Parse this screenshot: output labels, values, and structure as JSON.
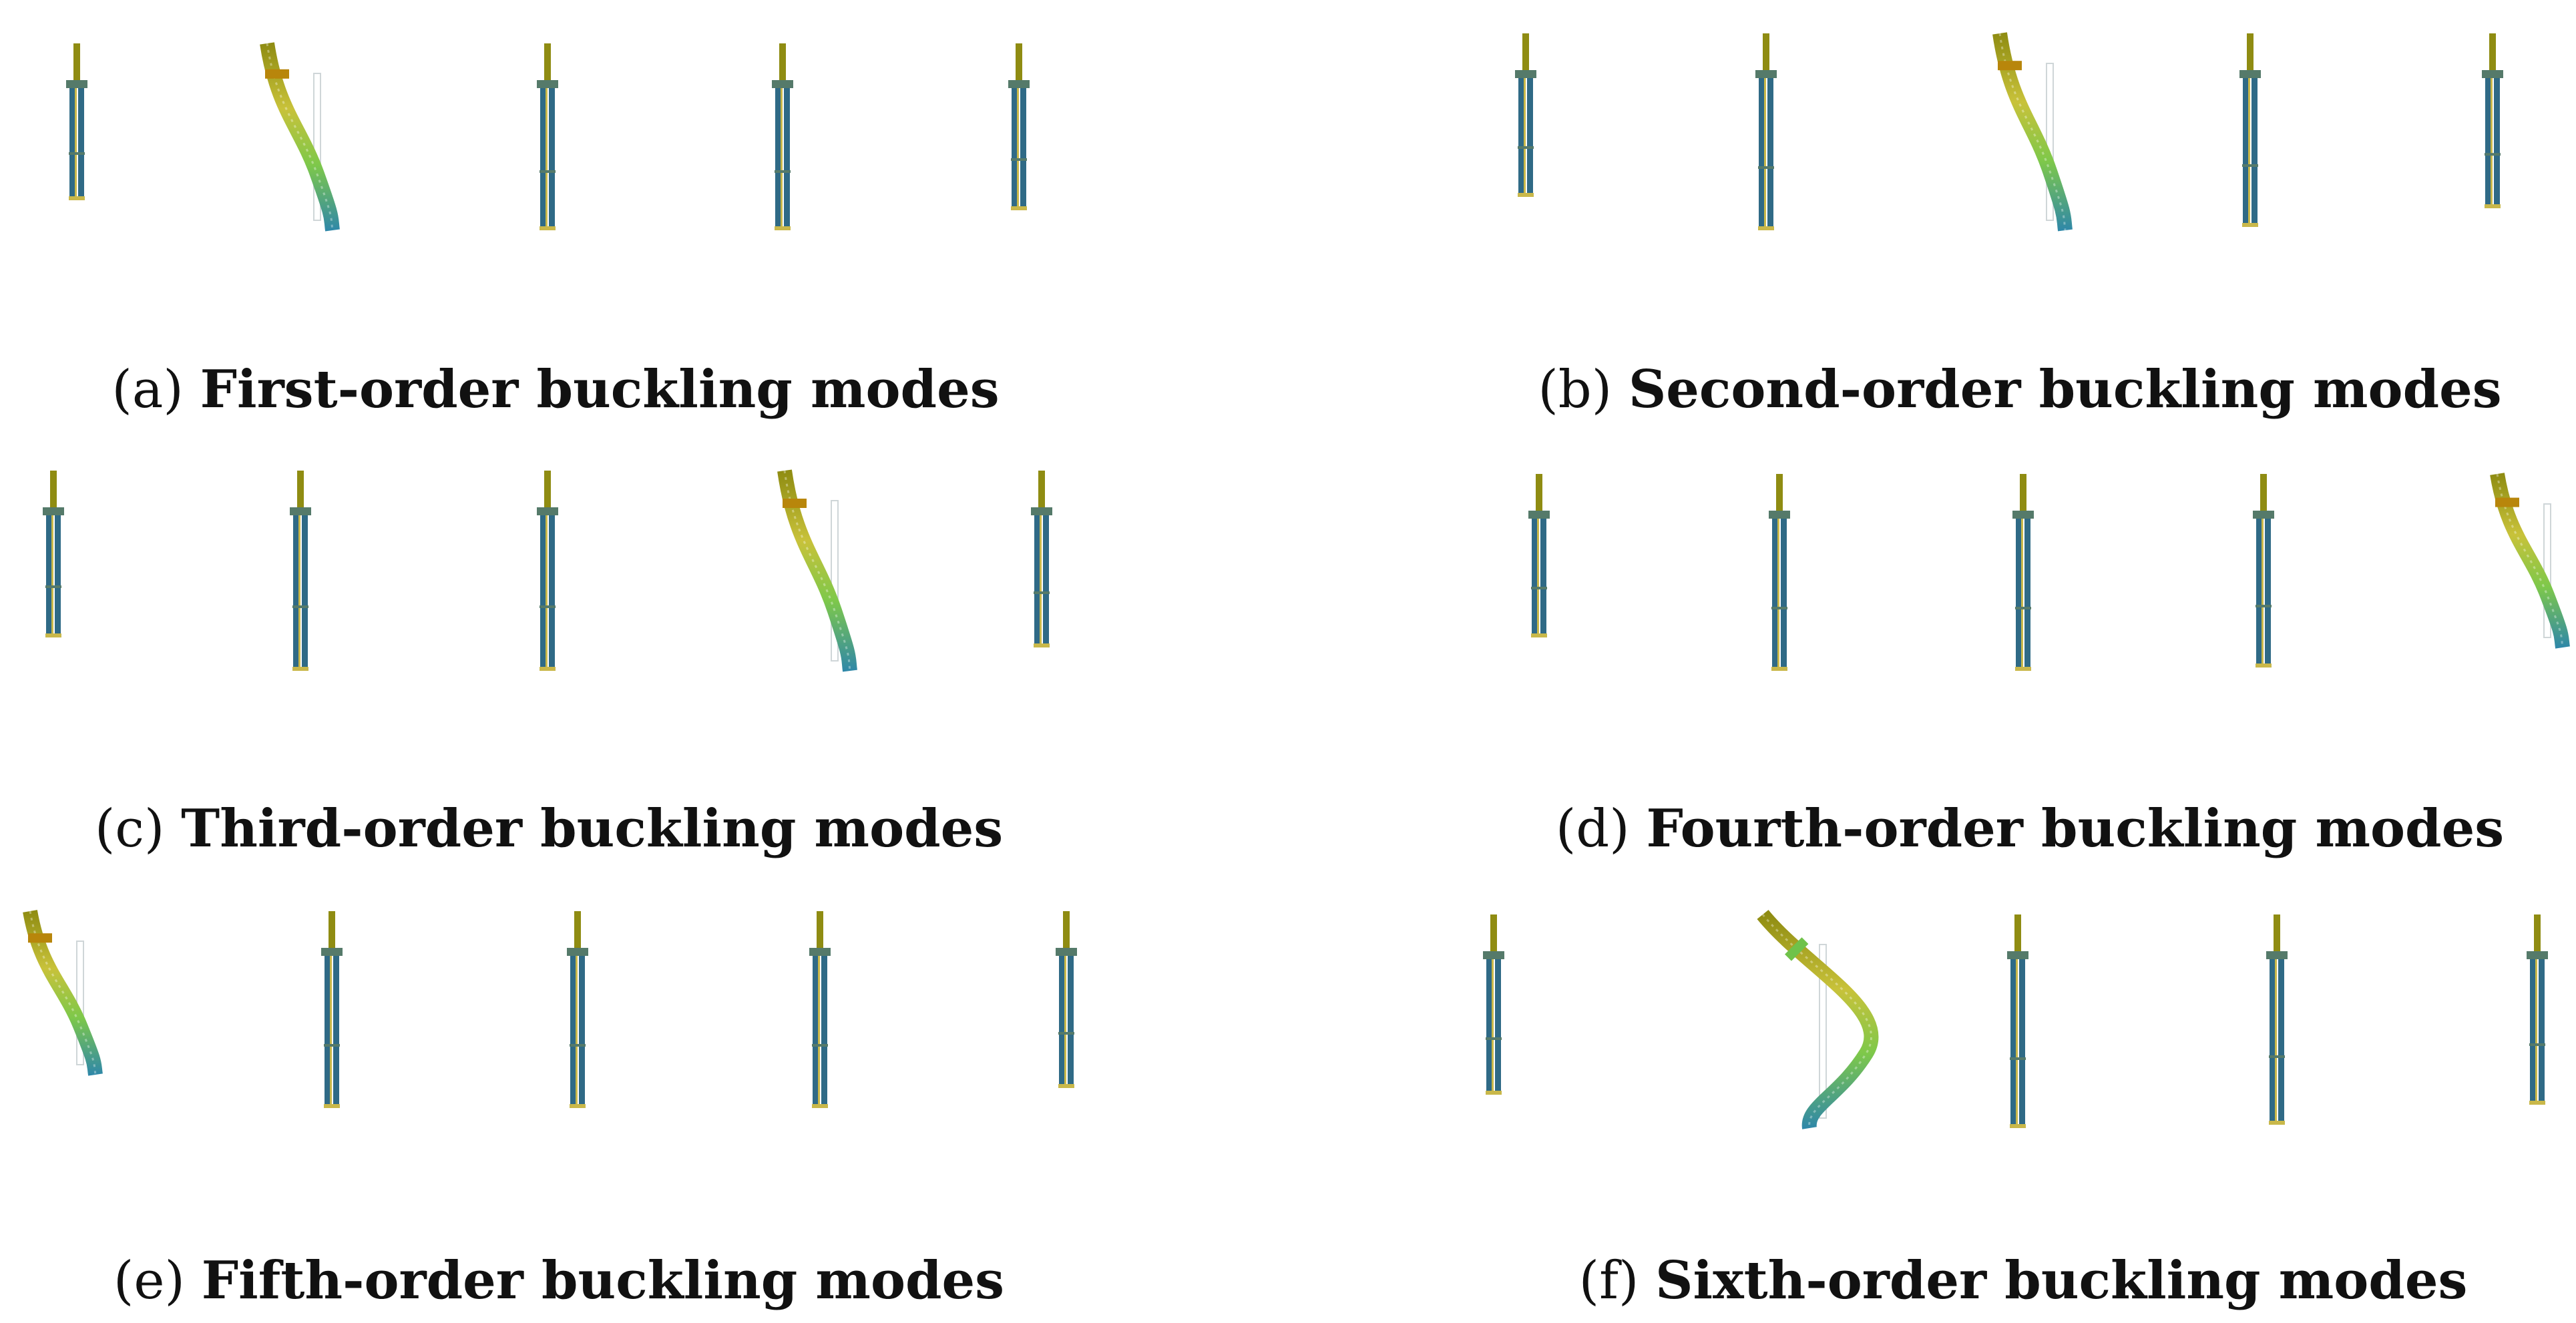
{
  "colors": {
    "column_base": "#2f6a86",
    "column_stripe": "#c9b84a",
    "column_top": "#8f8c12",
    "cap": "#557a6a",
    "mode_high": "#c8c23a",
    "mode_mid": "#7ec84a",
    "mode_low": "#2f88a8",
    "ghost": "#cfd6d8"
  },
  "panels": [
    {
      "id": "a",
      "letter": "a",
      "title": "First-order buckling modes",
      "buckled_index": 1,
      "shape": "s"
    },
    {
      "id": "b",
      "letter": "b",
      "title": "Second-order buckling modes",
      "buckled_index": 2,
      "shape": "s"
    },
    {
      "id": "c",
      "letter": "c",
      "title": "Third-order buckling modes",
      "buckled_index": 3,
      "shape": "s"
    },
    {
      "id": "d",
      "letter": "d",
      "title": "Fourth-order buckling modes",
      "buckled_index": 4,
      "shape": "s"
    },
    {
      "id": "e",
      "letter": "e",
      "title": "Fifth-order buckling modes",
      "buckled_index": 0,
      "shape": "s"
    },
    {
      "id": "f",
      "letter": "f",
      "title": "Sixth-order buckling modes",
      "buckled_index": 1,
      "shape": "reverse"
    }
  ]
}
